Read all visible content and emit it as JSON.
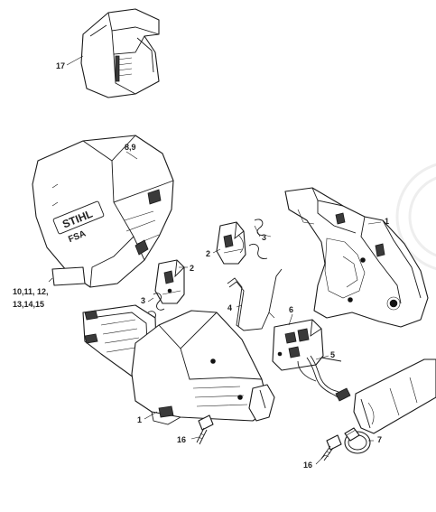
{
  "callouts": {
    "c17": "17",
    "c89": "8,9",
    "c1_right": "1",
    "c2_top": "2",
    "c3_top": "3",
    "c2_mid": "2",
    "c3_mid": "3",
    "c4": "4",
    "c6": "6",
    "c5": "5",
    "c10_line1": "10,11, 12,",
    "c10_line2": "13,14,15",
    "c1_left": "1",
    "c16_a": "16",
    "c16_b": "16",
    "c7": "7"
  },
  "logo": {
    "brand": "STIHL",
    "model": "FSA"
  },
  "colors": {
    "line": "#1a1a1a",
    "background": "#ffffff",
    "watermark": "#eeeeee"
  }
}
